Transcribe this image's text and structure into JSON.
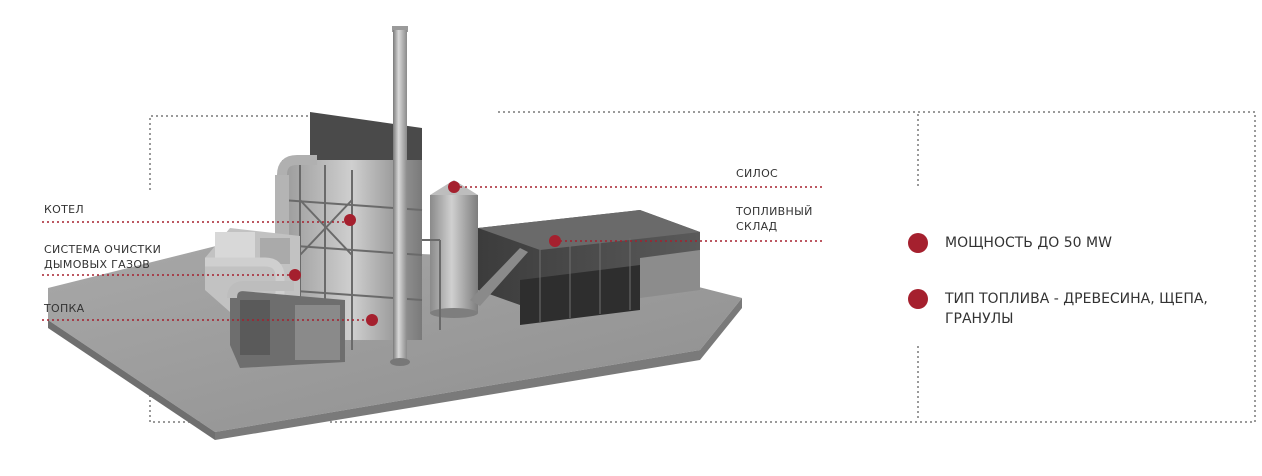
{
  "colors": {
    "accent": "#a5202e",
    "guide": "#9a9a9a",
    "text": "#333333"
  },
  "labels": {
    "boiler": "КОТЕЛ",
    "flue_gas_line1": "СИСТЕМА ОЧИСТКИ",
    "flue_gas_line2": "ДЫМОВЫХ ГАЗОВ",
    "furnace": "ТОПКА",
    "silo": "СИЛОС",
    "fuel_storage_line1": "ТОПЛИВНЫЙ",
    "fuel_storage_line2": "СКЛАД"
  },
  "specs": [
    {
      "text": "МОЩНОСТЬ ДО 50 MW"
    },
    {
      "text": "ТИП ТОПЛИВА - ДРЕВЕСИНА, ЩЕПА, ГРАНУЛЫ"
    }
  ]
}
